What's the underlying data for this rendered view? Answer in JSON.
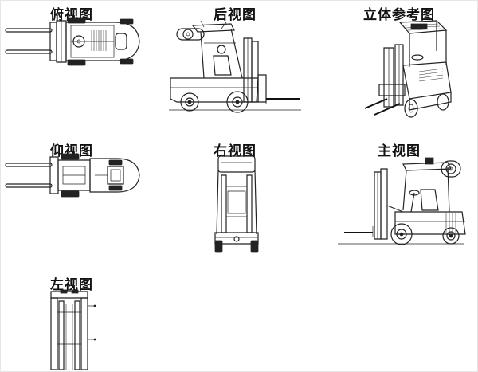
{
  "views": {
    "top": {
      "title": "俯视图",
      "icon": "forklift-top-view-icon"
    },
    "rear": {
      "title": "后视图",
      "icon": "forklift-rear-view-icon"
    },
    "iso": {
      "title": "立体参考图",
      "icon": "forklift-3d-reference-icon"
    },
    "bottom": {
      "title": "仰视图",
      "icon": "forklift-bottom-view-icon"
    },
    "right": {
      "title": "右视图",
      "icon": "forklift-right-view-icon"
    },
    "front": {
      "title": "主视图",
      "icon": "forklift-front-view-icon"
    },
    "left": {
      "title": "左视图",
      "icon": "forklift-left-view-icon"
    }
  },
  "colors": {
    "line": "#222222",
    "background": "#ffffff"
  }
}
